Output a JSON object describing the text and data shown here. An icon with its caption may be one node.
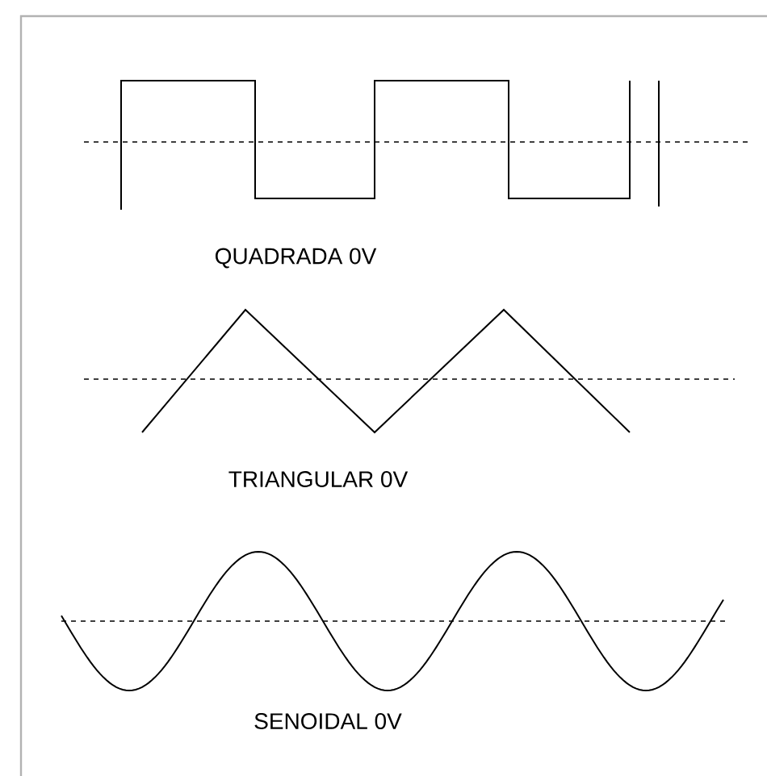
{
  "diagram": {
    "labels": [
      "QUADRADA 0V",
      "TRIANGULAR 0V",
      "SENOIDAL 0V"
    ]
  }
}
